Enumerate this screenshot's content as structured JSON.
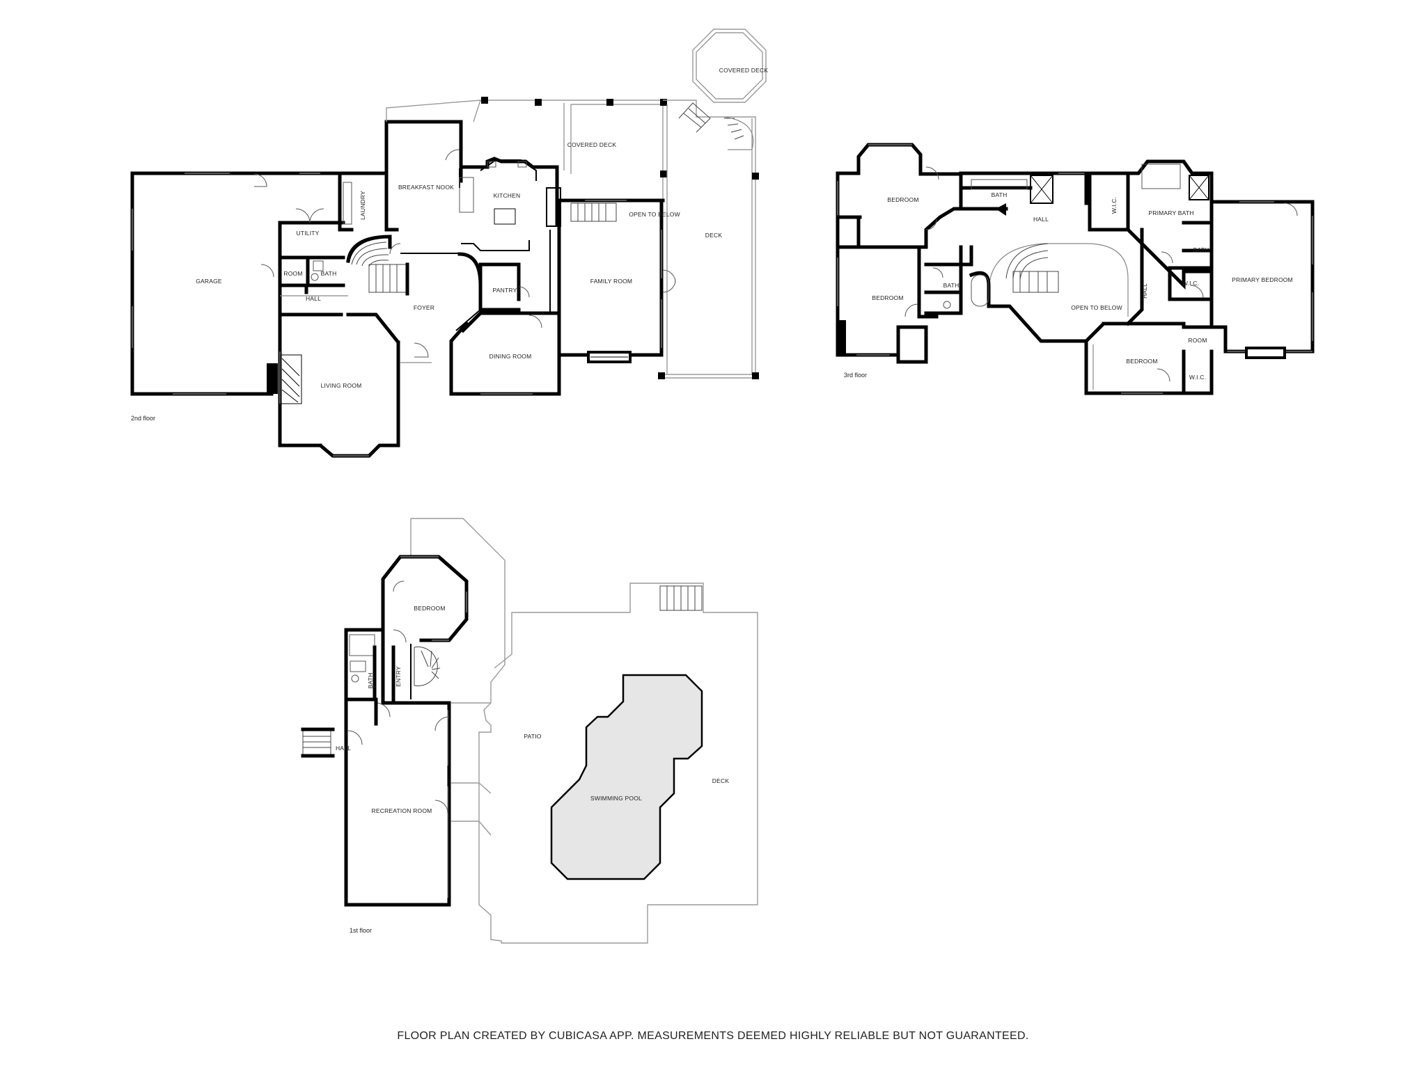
{
  "floors": {
    "second": {
      "label": "2nd floor",
      "rooms": {
        "garage": "GARAGE",
        "utility": "UTILITY",
        "laundry": "LAUNDRY",
        "room": "ROOM",
        "bath": "BATH",
        "hall": "HALL",
        "breakfast_nook": "BREAKFAST NOOK",
        "kitchen": "KITCHEN",
        "covered_deck_1": "COVERED DECK",
        "covered_deck_2": "COVERED DECK",
        "open_to_below": "OPEN TO BELOW",
        "deck": "DECK",
        "pantry": "PANTRY",
        "foyer": "FOYER",
        "family_room": "FAMILY ROOM",
        "dining_room": "DINING ROOM",
        "living_room": "LIVING ROOM"
      }
    },
    "third": {
      "label": "3rd floor",
      "rooms": {
        "bedroom_nw": "BEDROOM",
        "bath_1": "BATH",
        "hall": "HALL",
        "wic_1": "W.I.C.",
        "primary_bath": "PRIMARY BATH",
        "bath_2": "BATH",
        "primary_bedroom": "PRIMARY BEDROOM",
        "wic_2": "W.I.C.",
        "bedroom_w": "BEDROOM",
        "bath_3": "BATH",
        "open_to_below": "OPEN TO BELOW",
        "hall_vertical": "HALL",
        "room": "ROOM",
        "bedroom_s": "BEDROOM",
        "wic_3": "W.I.C."
      }
    },
    "first": {
      "label": "1st floor",
      "rooms": {
        "bedroom": "BEDROOM",
        "bath": "BATH",
        "entry": "ENTRY",
        "hall": "HALL",
        "patio": "PATIO",
        "swimming_pool": "SWIMMING POOL",
        "deck": "DECK",
        "recreation_room": "RECREATION ROOM"
      }
    }
  },
  "footer": "FLOOR PLAN CREATED BY CUBICASA APP. MEASUREMENTS DEEMED HIGHLY RELIABLE BUT NOT GUARANTEED."
}
